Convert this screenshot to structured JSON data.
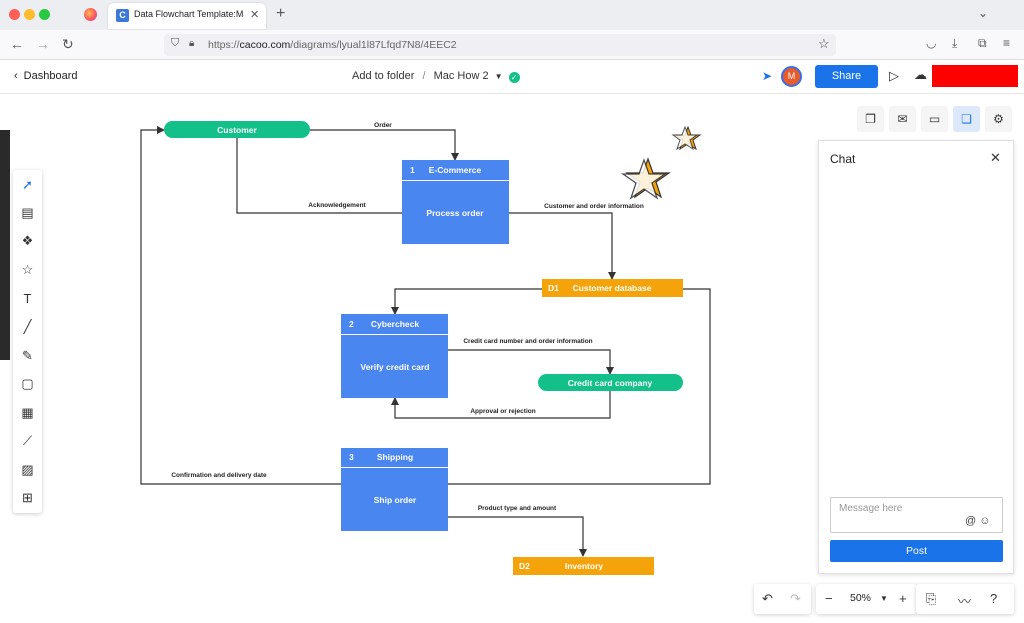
{
  "browser": {
    "tab_title": "Data Flowchart Template:Mac H",
    "tab_favicon_letter": "C",
    "url_prefix": "https://",
    "url_domain": "cacoo.com",
    "url_path": "/diagrams/lyual1l87Lfqd7N8/4EEC2"
  },
  "app": {
    "dashboard_label": "Dashboard",
    "add_to_folder": "Add to folder",
    "separator": "/",
    "doc_name": "Mac How 2",
    "share_label": "Share",
    "avatar_letter": "M"
  },
  "chat": {
    "title": "Chat",
    "placeholder": "Message here",
    "post_label": "Post"
  },
  "zoom": {
    "level": "50%"
  },
  "diagram": {
    "customer": "Customer",
    "p1_num": "1",
    "p1_title": "E-Commerce",
    "p1_body": "Process order",
    "d1_num": "D1",
    "d1_title": "Customer database",
    "p2_num": "2",
    "p2_title": "Cybercheck",
    "p2_body": "Verify credit card",
    "cc_company": "Credit card company",
    "p3_num": "3",
    "p3_title": "Shipping",
    "p3_body": "Ship order",
    "d2_num": "D2",
    "d2_title": "Inventory",
    "lbl_order": "Order",
    "lbl_ack": "Acknowledgement",
    "lbl_cust_info": "Customer and order information",
    "lbl_cc_info": "Credit card number and order information",
    "lbl_approval": "Approval or rejection",
    "lbl_confirm": "Confirmation and delivery date",
    "lbl_product": "Product type and amount"
  },
  "colors": {
    "process_blue": "#4a86f0",
    "entity_green": "#14c08a",
    "store_orange": "#f5a30a",
    "accent_blue": "#1a73e8"
  }
}
